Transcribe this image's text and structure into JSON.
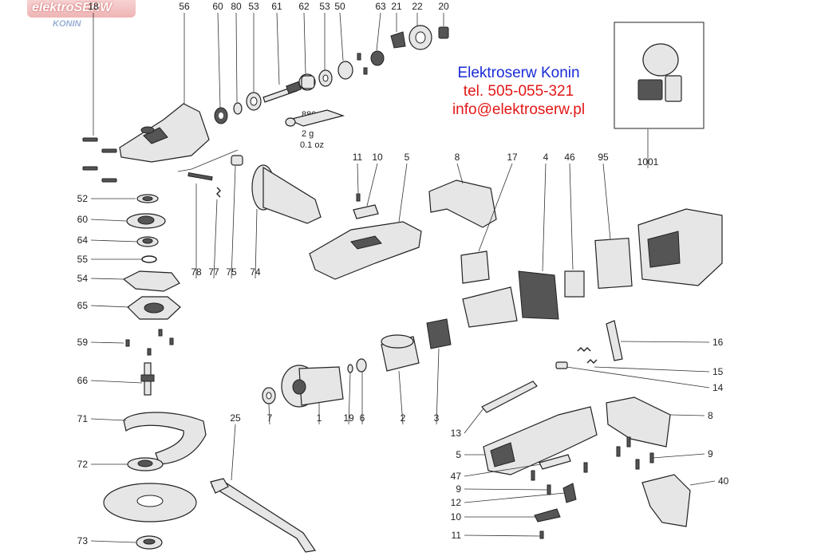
{
  "watermark": {
    "title": "elektroSERW",
    "subtitle": "KONIN"
  },
  "contact": {
    "company": "Elektroserw Konin",
    "phone": "tel. 505-055-321",
    "email": "info@elektroserw.pl"
  },
  "grease_note": {
    "code": "880",
    "amount": "2 g",
    "amount_oz": "0.1 oz"
  },
  "colors": {
    "contact_blue": "#1a2bd6",
    "contact_red": "#e31818",
    "watermark": "#efb4b4"
  },
  "callouts": [
    {
      "id": "18",
      "label": "18"
    },
    {
      "id": "56",
      "label": "56"
    },
    {
      "id": "60-top",
      "label": "60"
    },
    {
      "id": "80",
      "label": "80"
    },
    {
      "id": "53-a",
      "label": "53"
    },
    {
      "id": "61",
      "label": "61"
    },
    {
      "id": "62",
      "label": "62"
    },
    {
      "id": "53-b",
      "label": "53"
    },
    {
      "id": "50",
      "label": "50"
    },
    {
      "id": "63",
      "label": "63"
    },
    {
      "id": "21",
      "label": "21"
    },
    {
      "id": "22",
      "label": "22"
    },
    {
      "id": "20",
      "label": "20"
    },
    {
      "id": "1001",
      "label": "1001"
    },
    {
      "id": "11-top",
      "label": "11"
    },
    {
      "id": "10-top",
      "label": "10"
    },
    {
      "id": "5-top",
      "label": "5"
    },
    {
      "id": "8-top",
      "label": "8"
    },
    {
      "id": "17",
      "label": "17"
    },
    {
      "id": "4",
      "label": "4"
    },
    {
      "id": "46",
      "label": "46"
    },
    {
      "id": "95",
      "label": "95"
    },
    {
      "id": "52",
      "label": "52"
    },
    {
      "id": "60",
      "label": "60"
    },
    {
      "id": "64",
      "label": "64"
    },
    {
      "id": "55",
      "label": "55"
    },
    {
      "id": "54",
      "label": "54"
    },
    {
      "id": "65",
      "label": "65"
    },
    {
      "id": "59",
      "label": "59"
    },
    {
      "id": "66",
      "label": "66"
    },
    {
      "id": "71",
      "label": "71"
    },
    {
      "id": "72",
      "label": "72"
    },
    {
      "id": "73",
      "label": "73"
    },
    {
      "id": "78",
      "label": "78"
    },
    {
      "id": "77",
      "label": "77"
    },
    {
      "id": "75",
      "label": "75"
    },
    {
      "id": "74",
      "label": "74"
    },
    {
      "id": "7",
      "label": "7"
    },
    {
      "id": "1",
      "label": "1"
    },
    {
      "id": "19",
      "label": "19"
    },
    {
      "id": "6",
      "label": "6"
    },
    {
      "id": "2",
      "label": "2"
    },
    {
      "id": "3",
      "label": "3"
    },
    {
      "id": "25",
      "label": "25"
    },
    {
      "id": "16",
      "label": "16"
    },
    {
      "id": "15",
      "label": "15"
    },
    {
      "id": "14",
      "label": "14"
    },
    {
      "id": "13",
      "label": "13"
    },
    {
      "id": "8-bot",
      "label": "8"
    },
    {
      "id": "5-bot",
      "label": "5"
    },
    {
      "id": "9-right",
      "label": "9"
    },
    {
      "id": "47",
      "label": "47"
    },
    {
      "id": "9-bot",
      "label": "9"
    },
    {
      "id": "40",
      "label": "40"
    },
    {
      "id": "12",
      "label": "12"
    },
    {
      "id": "10-bot",
      "label": "10"
    },
    {
      "id": "11-bot",
      "label": "11"
    }
  ]
}
